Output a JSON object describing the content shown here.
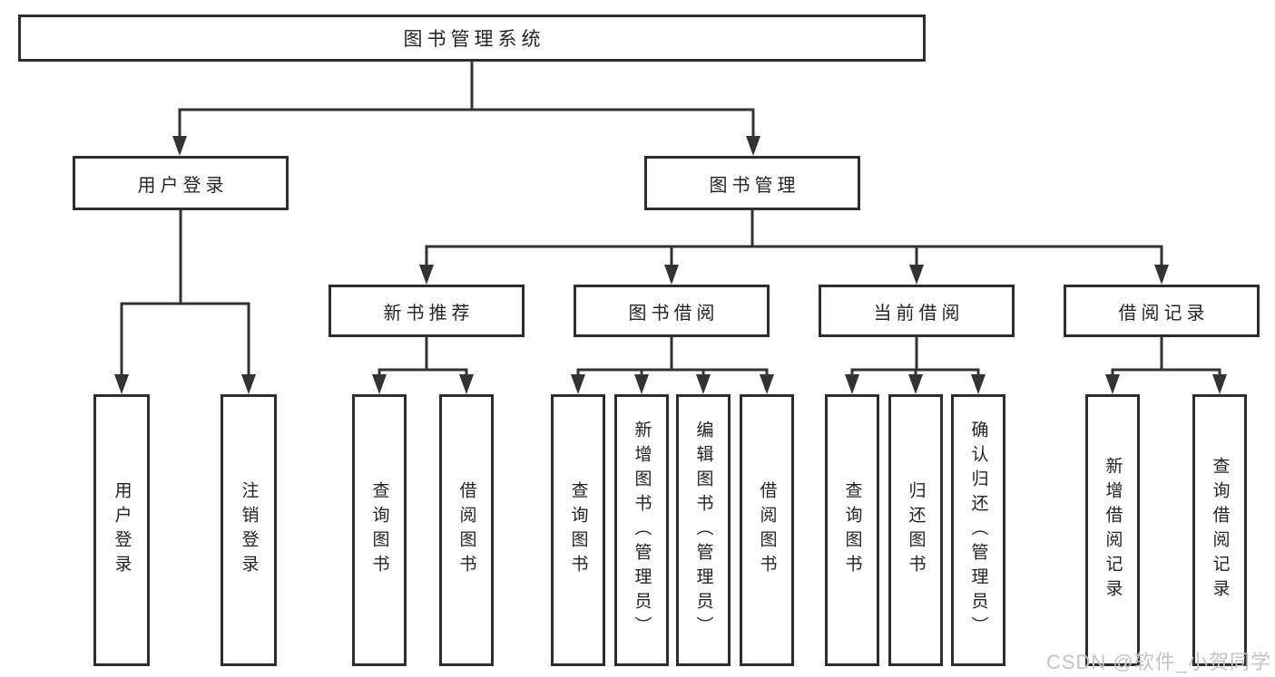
{
  "title": "图书管理系统",
  "nodes": {
    "root": {
      "label": "图书管理系统"
    },
    "level2": [
      {
        "id": "user-login",
        "label": "用户登录",
        "parent": "图书管理系统"
      },
      {
        "id": "book-management",
        "label": "图书管理",
        "parent": "图书管理系统"
      }
    ],
    "level3": [
      {
        "id": "new-book-recommendation",
        "label": "新书推荐",
        "parent": "图书管理"
      },
      {
        "id": "book-borrowing",
        "label": "图书借阅",
        "parent": "图书管理"
      },
      {
        "id": "current-borrowing",
        "label": "当前借阅",
        "parent": "图书管理"
      },
      {
        "id": "borrowing-records",
        "label": "借阅记录",
        "parent": "图书管理"
      }
    ],
    "leaves": [
      {
        "label": "用户登录",
        "parent": "用户登录"
      },
      {
        "label": "注销登录",
        "parent": "用户登录"
      },
      {
        "label": "查询图书",
        "parent": "新书推荐"
      },
      {
        "label": "借阅图书",
        "parent": "新书推荐"
      },
      {
        "label": "查询图书",
        "parent": "图书借阅"
      },
      {
        "label": "新增图书（管理员）",
        "parent": "图书借阅"
      },
      {
        "label": "编辑图书（管理员）",
        "parent": "图书借阅"
      },
      {
        "label": "借阅图书",
        "parent": "图书借阅"
      },
      {
        "label": "查询图书",
        "parent": "当前借阅"
      },
      {
        "label": "归还图书",
        "parent": "当前借阅"
      },
      {
        "label": "确认归还（管理员）",
        "parent": "当前借阅"
      },
      {
        "label": "新增借阅记录",
        "parent": "借阅记录"
      },
      {
        "label": "查询借阅记录",
        "parent": "借阅记录"
      }
    ]
  },
  "watermark": "CSDN @软件_小贺同学",
  "colors": {
    "line": "#333333",
    "border": "#2e2e2e",
    "text": "#242424",
    "background": "#ffffff",
    "watermark": "#c4c4c4"
  }
}
